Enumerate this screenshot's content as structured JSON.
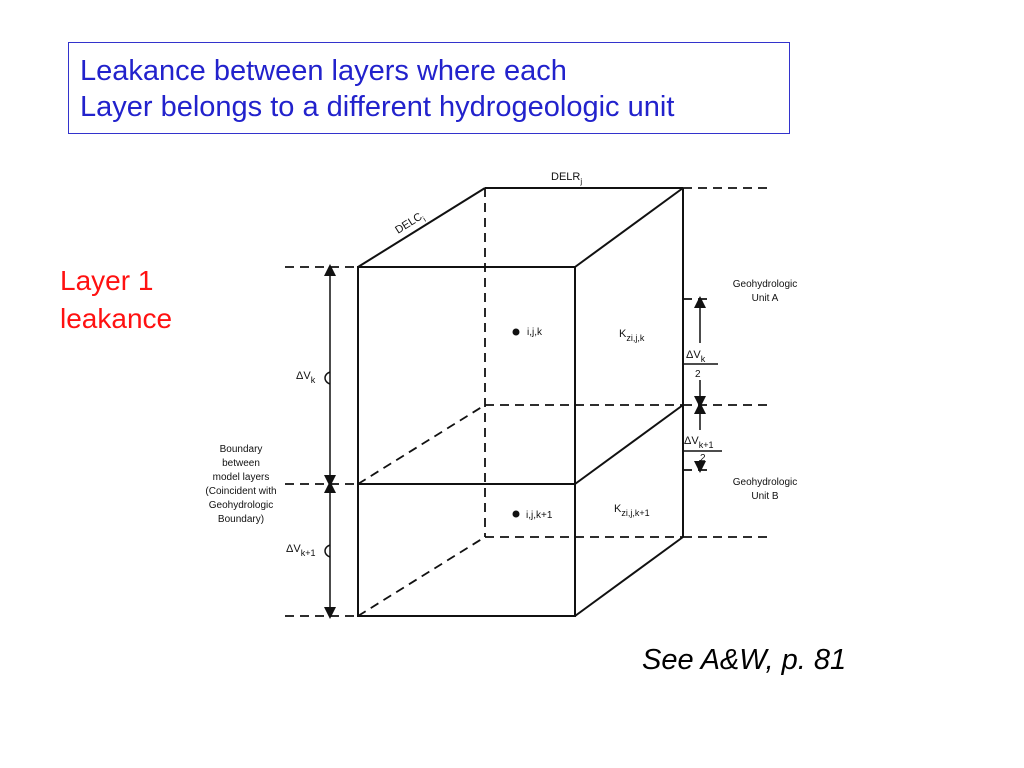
{
  "title": {
    "line1": "Leakance between layers where each",
    "line2": "Layer belongs to a different hydrogeologic unit"
  },
  "side_note": {
    "line1": "Layer 1",
    "line2": "leakance"
  },
  "citation": "See A&W, p. 81",
  "diagram": {
    "delr": "DELR",
    "delr_sub": "j",
    "delc": "DELC",
    "delc_sub": "i",
    "node_upper": "i,j,k",
    "node_lower": "i,j,k+1",
    "k_upper": "K",
    "k_upper_sub": "zi,j,k",
    "k_lower": "K",
    "k_lower_sub": "zi,j,k+1",
    "dv_upper": "ΔV",
    "dv_upper_sub": "k",
    "dv_lower": "ΔV",
    "dv_lower_sub": "k+1",
    "half_upper_num": "ΔV",
    "half_upper_num_sub": "k",
    "half_upper_den": "2",
    "half_lower_num": "ΔV",
    "half_lower_num_sub": "k+1",
    "half_lower_den": "2",
    "unit_a_line1": "Geohydrologic",
    "unit_a_line2": "Unit A",
    "unit_b_line1": "Geohydrologic",
    "unit_b_line2": "Unit B",
    "boundary_lines": [
      "Boundary",
      "between",
      "model layers",
      "(Coincident with",
      "Geohydrologic",
      "Boundary)"
    ]
  }
}
